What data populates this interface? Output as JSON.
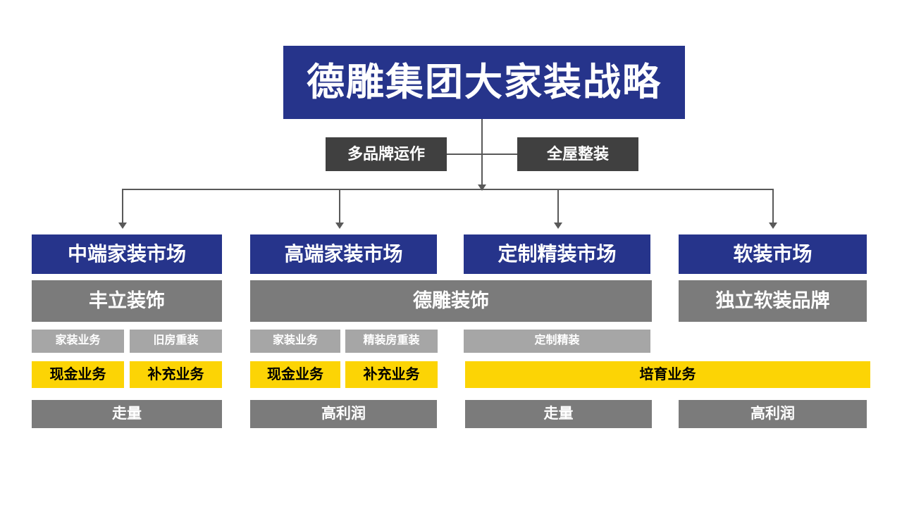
{
  "slide": {
    "title": "德雕集团大家装战略",
    "strategy_tags": [
      {
        "label": "多品牌运作"
      },
      {
        "label": "全屋整装"
      }
    ],
    "columns": [
      {
        "market": "中端家装市场",
        "brand": "丰立装饰",
        "services": [
          "家装业务",
          "旧房重装"
        ],
        "business": [
          "现金业务",
          "补充业务"
        ],
        "outcome": "走量"
      },
      {
        "market": "高端家装市场",
        "brand": "德雕装饰",
        "services": [
          "家装业务",
          "精装房重装"
        ],
        "business": [
          "现金业务",
          "补充业务"
        ],
        "outcome": "高利润"
      },
      {
        "market": "定制精装市场",
        "brand": "",
        "services": [
          "定制精装"
        ],
        "business": [
          "培育业务"
        ],
        "outcome": "走量"
      },
      {
        "market": "软装市场",
        "brand": "独立软装品牌",
        "services": [],
        "business": [],
        "outcome": "高利润"
      }
    ],
    "spans": {
      "brand_2_3": "德雕装饰",
      "business_3_4": "培育业务"
    },
    "colors": {
      "brand_blue": "#26348b",
      "accent_yellow": "#fcd405",
      "mid_gray": "#7b7b7b",
      "light_gray": "#a6a6a6",
      "dark_gray": "#404040",
      "connector": "#595959",
      "background": "#ffffff"
    }
  }
}
